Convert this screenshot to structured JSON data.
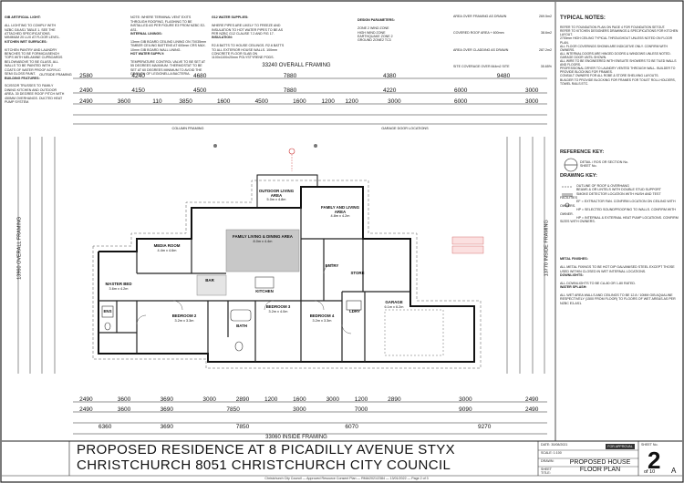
{
  "notes_left": {
    "gib_title": "GIB ARTIFICIAL LIGHT:",
    "gib_text": "ALL LIGHTING TO COMPLY WITH NZBC G8 AS1 TABLE 1. SEE THE ATTACHED SPECIFICATIONS. MINIMUM 20 LUX AT FLOOR LEVEL.",
    "kitchen_title": "KITCHEN WET SURFACES:",
    "kitchen_text": "KITCHEN PANTRY AND LAUNDRY BENCHES TO BE FORMICA BENCH TOPS WITH MELAMINE CUPBOARDS BELOW/ABOVE TO BE GLASS. ALL WALLS TO BE PAINTED WITH 2 COATS OF WATER PROOF ACRYLIC SEMI GLOSS PAINT.",
    "building_title": "BUILDING FEATURES:",
    "building_text": "SCISSOR TRUSSES TO FAMILY DINING KITCHEN AND OUTDOOR AREA. 30 DEGREE ROOF PITCH WITH 450MM OVERHANGS. DUCTED HEAT PUMP SYSTEM."
  },
  "notes_mid": {
    "note_title": "NOTE: WHERE TERMINAL VENT EXITS THROUGH ROOFING, FLASHING TO BE INSTALLED AS PER FIGURE E3 FROM NZBC E2-AS1.",
    "linings_title": "INTERNAL LININGS:",
    "linings_text": "13mm GIB BOARD CEILING LINING ON 70X35mm TIMBER CEILING BATTENS AT 600mm CRS MAX. 10mm GIB BOARD WALL LINING.",
    "hot_title": "HOT WATER SUPPLY:",
    "hot_text": "TEMPERATURE CONTROL VALVE TO BE SET AT 55 DEGREES MAXIMUM. THERMOSTAT TO BE SET AT 60 DEGREES MINIMUM TO AVOID THE GROWTH OF LEGIONELLA BACTERIA."
  },
  "notes_right": {
    "g12_title": "G12 WATER SUPPLIES:",
    "g12_text": "WHERE PIPES ARE LIKELY TO FREEZE AND INSULATION TO HOT WATER PIPES TO BE AS PER NZBC G12 CLAUSE 7.2 AND FIG 17.",
    "ins_title": "INSULATION:",
    "ins_text": "R2.8 BATTS TO HOUSE CEILINGS. R2.6 BATTS TO ALL EXTERIOR HOUSE WALLS. 100mm CONCRETE FLOOR SLAB ON 1100x1100x20mm POLYSTYRENE PODS."
  },
  "design": {
    "title": "DESIGN PARAMETERS:",
    "lines": [
      "ZONE 2 WIND ZONE",
      "HIGH WIND ZONE",
      "EARTHQUAKE ZONE 2",
      "GROUND ZONE2 TC3"
    ]
  },
  "areas": [
    {
      "label": "AREA OVER FRAMING AS DRAWN",
      "value": "269.5m2"
    },
    {
      "label": "COVERED ROOF AREA + 600mm",
      "value": "38.6m2"
    },
    {
      "label": "AREA OVER CLADDING AS DRAWN",
      "value": "287.2m2"
    },
    {
      "label": "SITE COVERAGE OVER 844m2 SITE",
      "value": "35.65%"
    }
  ],
  "typical_notes": {
    "title": "TYPICAL NOTES:",
    "lines": [
      "REFER TO FOUNDATION PLAN ON PAGE 4 FOR FOUNDATION SETOUT.",
      "REFER TO KITCHEN DESIGNERS DRAWINGS & SPECIFICATIONS FOR KITCHEN LAYOUT.",
      "2700mm HIGH CEILING TYPICAL THROUGHOUT UNLESS NOTED ON FLOOR PLAN.",
      "ALL FLOOR COVERINGS SHOWN ARE INDICATIVE ONLY. CONFIRM WITH OWNERS.",
      "ALL INTERNAL DOORS ARE HINGED DOORS & WINDOWS UNLESS NOTED. GARAGE DOOR UNTIL SHOWN.",
      "ALL WIRE TO BE ENGINEERED WITH ENSUITE SHOWERS TO BE TILED WALLS AND FLOORS.",
      "PROFESSIONAL DRYER TO LAUNDRY VENTED THROUGH WALL. BUILDER TO PROVIDE BLOCKING FOR FRAMES.",
      "CONSULT OWNERS FOR ALL ROBE & STORE SHELVING LAYOUTS.",
      "BUILDER TO PROVIDE BLOCKING FOR FRAMES FOR TOILET ROLL HOLDERS, TOWEL RAILS ETC."
    ]
  },
  "reference_key": {
    "title": "REFERENCE KEY:",
    "detail": "DETAIL / ROS OR SECTION No.",
    "sheet": "SHEET No."
  },
  "drawing_key": {
    "title": "DRAWING KEY:",
    "items": [
      "OUTLINE OF ROOF & OVERHANG",
      "BEAMS & OR LINTELS WITH DOUBLE STUD SUPPORT",
      "SMOKE DETECTOR LOCATION WITH HUSH AND TEST FACILITIES",
      "EF = EXTRACTOR FAN. CONFIRM LOCATION ON CEILING WITH OWNERS.",
      "HP = SELECTED SOUNDPROOFING TO WALLS. CONFIRM WITH OWNER.",
      "HP = INTERNAL & EXTERNAL HEAT PUMP LOCATIONS. CONFIRM SIZES WITH OWNERS."
    ]
  },
  "metal_finishes": {
    "title": "METAL FINISHES:",
    "text": "ALL METAL FIXINGS TO BE HOT DIP GALVANISED STEEL EXCEPT THOSE USED WITHIN CLOSED IN WET INTERNAL LOCATIONS."
  },
  "downlights": {
    "title": "DOWNLIGHTS:",
    "text": "ALL DOWNLIGHTS TO BE CA-80 OR 1-80 RATED."
  },
  "water_splash": {
    "title": "WATER SPLASH:",
    "text": "ALL WET AREA WALLS AND CEILINGS TO BE 12.8 / 10MM GIB AQUALINE RESPECTIVELY (1500 FROM FLOOR) TO FLOORS OF WET AREAS AS PER NZBC E3-AS1."
  },
  "framing": {
    "overall_top": "33240 OVERALL FRAMING",
    "outside_framing": "OUTSIDE FRAMING",
    "inside_bottom": "33060 INSIDE FRAMING",
    "overall_left": "13960 OVERALL FRAMING",
    "right_overall": "13770 INSIDE FRAMING",
    "column_framing": "COLUMN FRAMING",
    "garage_door": "GARAGE DOOR LOCATIONS"
  },
  "dims_top_1": [
    "2580",
    "4240",
    "4680",
    "7880",
    "4380",
    "9480"
  ],
  "dims_top_2": [
    "2490",
    "4150",
    "4500",
    "7880",
    "4220",
    "6000",
    "3000"
  ],
  "dims_top_3": [
    "2490",
    "3600",
    "110",
    "3850",
    "1600",
    "4500",
    "1600",
    "1200",
    "1200",
    "3000",
    "6000",
    "3000"
  ],
  "dims_bot_1": [
    "2490",
    "3600",
    "3690",
    "3000",
    "2890",
    "1200",
    "1600",
    "3000",
    "1200",
    "2890",
    "3000",
    "2490"
  ],
  "dims_bot_2": [
    "2490",
    "3600",
    "3690",
    "7850",
    "3000",
    "7000",
    "9090",
    "2490"
  ],
  "dims_bot_3": [
    "6360",
    "3690",
    "7850",
    "6070",
    "9270"
  ],
  "rooms": [
    {
      "name": "OUTDOOR LIVING AREA",
      "size": "5.0m x 4.8m"
    },
    {
      "name": "FAMILY AND LIVING AREA",
      "size": "4.8m x 4.2m"
    },
    {
      "name": "MEDIA ROOM",
      "size": "4.4m x 4.6m"
    },
    {
      "name": "FAMILY LIVING & DINING AREA",
      "size": "8.0m x 4.4m"
    },
    {
      "name": "MASTER BED",
      "size": "3.6m x 4.2m"
    },
    {
      "name": "BEDROOM 2",
      "size": "3.2m x 3.3m"
    },
    {
      "name": "BEDROOM 3",
      "size": "3.2m x 4.0m"
    },
    {
      "name": "BEDROOM 4",
      "size": "3.2m x 3.3m"
    },
    {
      "name": "GARAGE",
      "size": "6.1m x 6.2m"
    },
    {
      "name": "ENTRY",
      "size": ""
    },
    {
      "name": "STORE",
      "size": ""
    },
    {
      "name": "ENS",
      "size": ""
    },
    {
      "name": "BATH",
      "size": ""
    },
    {
      "name": "LDRY",
      "size": ""
    },
    {
      "name": "KITCHEN",
      "size": ""
    },
    {
      "name": "BAR",
      "size": ""
    }
  ],
  "title_block": {
    "line1": "PROPOSED RESIDENCE AT 8 PICADILLY AVENUE STYX",
    "line2": "CHRISTCHURCH 8051 CHRISTCHURCH CITY COUNCIL",
    "date_label": "DATE:",
    "date": "30/08/2021",
    "scale_label": "SCALE:",
    "scale": "1:100",
    "drawn_label": "DRAWN:",
    "drawn": "",
    "sheet_label": "SHEET TITLE:",
    "sheet_title_1": "PROPOSED HOUSE",
    "sheet_title_2": "FLOOR PLAN",
    "sheet_no_label": "SHEET No.",
    "sheet_no": "2",
    "sheet_of": "of 10",
    "rev": "A",
    "stamp": "FOR APPROVAL"
  },
  "footer": "Christchurch City Council — Approved Resource Consent Plan — RMA/2021/2384 — 13/01/2022 — Page 2 of 3"
}
